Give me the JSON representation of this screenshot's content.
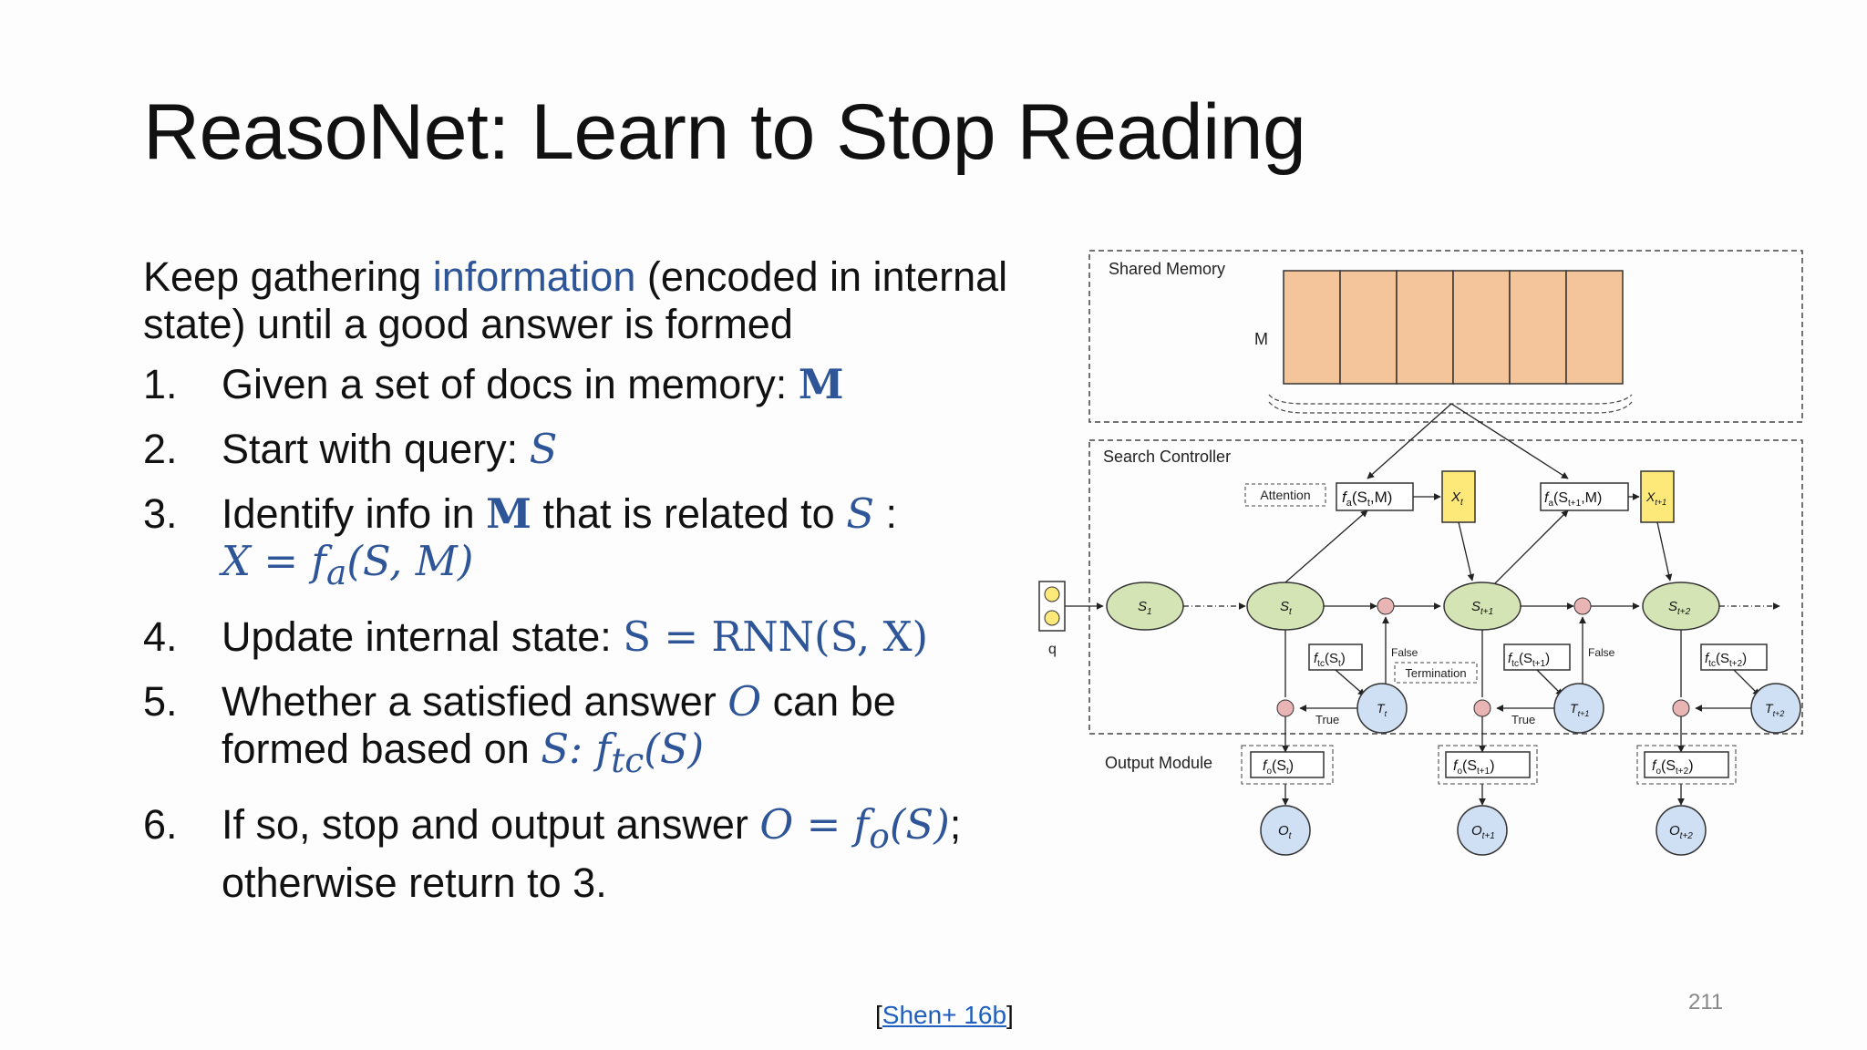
{
  "slide": {
    "title": "ReasoNet: Learn to Stop Reading",
    "intro": {
      "before": "Keep gathering ",
      "highlight": "information",
      "after": " (encoded in internal state) until a good answer is formed"
    },
    "steps": [
      {
        "num": "1.",
        "text": "Given a set of docs in memory: ",
        "math": "M"
      },
      {
        "num": "2.",
        "text": "Start with query: ",
        "math": "S"
      },
      {
        "num": "3.",
        "text_a": "Identify info in ",
        "math_a": "M",
        "text_b": " that is related to ",
        "math_b": "S",
        "text_c": " :",
        "formula": "X = f",
        "formula_sub": "a",
        "formula_args": "(S, M)"
      },
      {
        "num": "4.",
        "text": "Update internal state: ",
        "formula": "S = RNN(S, X)"
      },
      {
        "num": "5.",
        "text_a": "Whether a satisfied answer ",
        "math_a": "O",
        "text_b": " can be formed based on ",
        "math_b": "S: f",
        "math_sub": "tc",
        "math_c": "(S)"
      },
      {
        "num": "6.",
        "text_a": "If so, stop and output answer ",
        "formula": "O = f",
        "formula_sub": "o",
        "formula_args": "(S)",
        "text_b": ";",
        "text_c": "otherwise return to 3."
      }
    ],
    "citation": {
      "open": "[",
      "link": "Shen+ 16b",
      "close": "]"
    },
    "page_number": "211"
  },
  "diagram": {
    "shared_memory_label": "Shared Memory",
    "memory_label": "M",
    "search_controller_label": "Search Controller",
    "output_module_label": "Output Module",
    "attention_label": "Attention",
    "termination_label": "Termination",
    "query_label": "q",
    "s1": "S",
    "s1_sub": "1",
    "true_label": "True",
    "false_label": "False",
    "steps": [
      {
        "s": "S",
        "s_sub": "t",
        "fa": "f",
        "fa_sub": "a",
        "fa_args": "(S",
        "fa_args_sub": "t",
        "fa_args_end": ",M)",
        "x": "X",
        "x_sub": "t",
        "ftc": "f",
        "ftc_sub": "tc",
        "ftc_args": "(S",
        "ftc_args_sub": "t",
        "ftc_end": ")",
        "t": "T",
        "t_sub": "t",
        "fo": "f",
        "fo_sub": "o",
        "fo_args": "(S",
        "fo_args_sub": "t",
        "fo_end": ")",
        "o": "O",
        "o_sub": "t"
      },
      {
        "s": "S",
        "s_sub": "t+1",
        "fa": "f",
        "fa_sub": "a",
        "fa_args": "(S",
        "fa_args_sub": "t+1",
        "fa_args_end": ",M)",
        "x": "X",
        "x_sub": "t+1",
        "ftc": "f",
        "ftc_sub": "tc",
        "ftc_args": "(S",
        "ftc_args_sub": "t+1",
        "ftc_end": ")",
        "t": "T",
        "t_sub": "t+1",
        "fo": "f",
        "fo_sub": "o",
        "fo_args": "(S",
        "fo_args_sub": "t+1",
        "fo_end": ")",
        "o": "O",
        "o_sub": "t+1"
      },
      {
        "s": "S",
        "s_sub": "t+2",
        "ftc": "f",
        "ftc_sub": "tc",
        "ftc_args": "(S",
        "ftc_args_sub": "t+2",
        "ftc_end": ")",
        "t": "T",
        "t_sub": "t+2",
        "fo": "f",
        "fo_sub": "o",
        "fo_args": "(S",
        "fo_args_sub": "t+2",
        "fo_end": ")",
        "o": "O",
        "o_sub": "t+2"
      }
    ],
    "colors": {
      "memory_fill": "#f4c59a",
      "state_fill": "#d5e4b5",
      "x_fill": "#fce97a",
      "t_fill": "#cfe0f5",
      "gate_fill": "#e8b4b4",
      "query_fill": "#fce97a"
    }
  }
}
